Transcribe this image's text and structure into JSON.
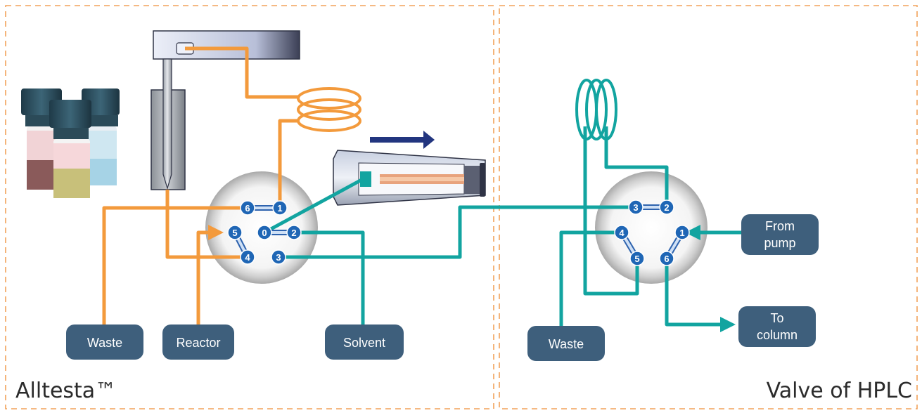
{
  "panels": {
    "left_title": "Alltesta™",
    "right_title": "Valve of HPLC"
  },
  "left_valve": {
    "ports": [
      "6",
      "1",
      "5",
      "0",
      "2",
      "4",
      "3"
    ]
  },
  "right_valve": {
    "ports": [
      "3",
      "2",
      "4",
      "1",
      "5",
      "6"
    ]
  },
  "labels": {
    "waste_left": "Waste",
    "reactor": "Reactor",
    "solvent": "Solvent",
    "waste_right": "Waste",
    "from_pump_line1": "From",
    "from_pump_line2": "pump",
    "to_column_line1": "To",
    "to_column_line2": "column"
  },
  "colors": {
    "orange": "#F39A3C",
    "teal": "#12A4A0",
    "label_bg": "#3E5F7C",
    "port_blue": "#1F66B5",
    "arrow_navy": "#22357F",
    "dash_border": "#F2A25A"
  }
}
